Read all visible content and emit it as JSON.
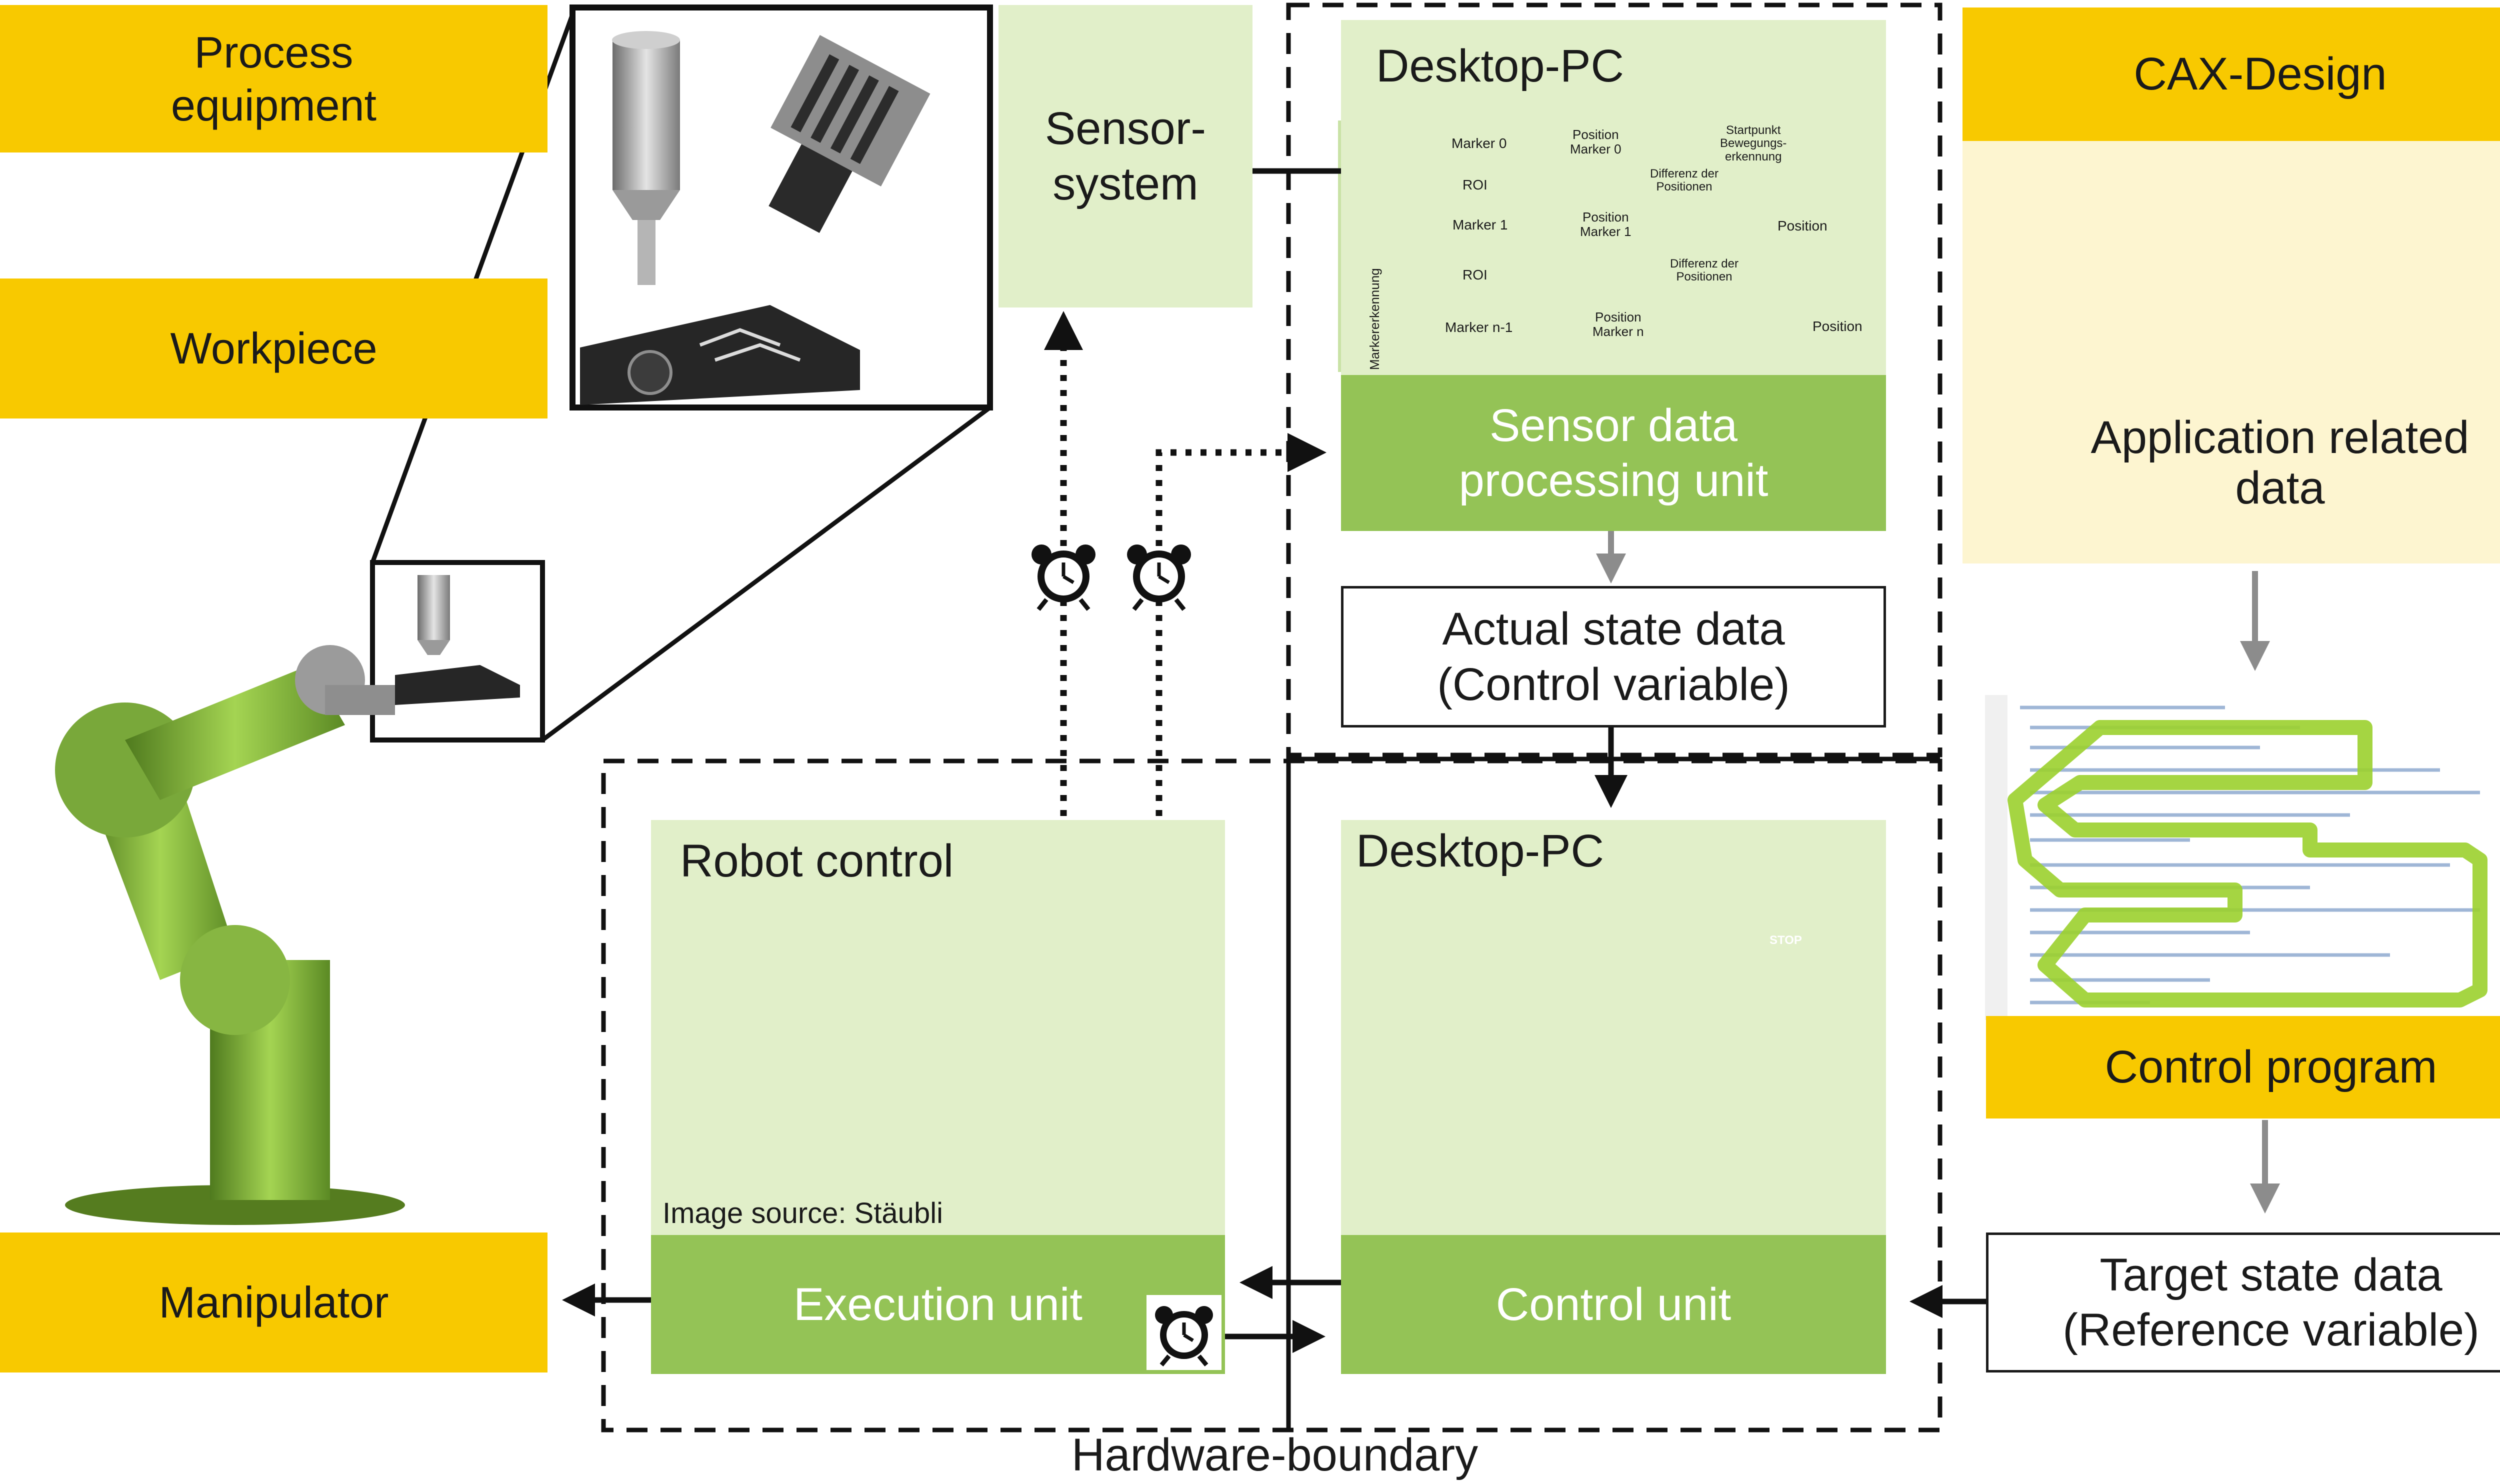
{
  "left_labels": {
    "process_equipment": "Process\nequipment",
    "workpiece": "Workpiece",
    "manipulator": "Manipulator"
  },
  "sensor_system": "Sensor-\nsystem",
  "desktop_pc_top": {
    "title": "Desktop-PC",
    "flowchart": {
      "marker0": "Marker 0",
      "position_marker0": "Position\nMarker 0",
      "startpunkt": "Startpunkt\nBewegungs-\nerkennung",
      "roi": "ROI",
      "differenz": "Differenz der\nPositionen",
      "marker1": "Marker 1",
      "position_marker1": "Position\nMarker 1",
      "position": "Position",
      "markern": "Marker n-1",
      "position_markern": "Position\nMarker n",
      "markererkennung": "Markererkennung"
    },
    "sensor_unit": "Sensor data\nprocessing unit"
  },
  "actual_state": "Actual state data\n(Control variable)",
  "robot_control": {
    "title": "Robot control",
    "image_source": "Image source: Stäubli",
    "execution_unit": "Execution unit"
  },
  "desktop_pc_bottom": {
    "title": "Desktop-PC",
    "control_unit": "Control unit",
    "stop_label": "STOP"
  },
  "cax": {
    "title": "CAX-Design",
    "app_data": "Application related\ndata"
  },
  "control_program": "Control program",
  "target_state": "Target state data\n(Reference variable)",
  "hardware_boundary": "Hardware-boundary",
  "colors": {
    "yellow": "#f8c900",
    "light_green": "#e1efc9",
    "green": "#94c356",
    "cream": "#fdf5d0",
    "arrow_gray": "#8c8c8c"
  }
}
